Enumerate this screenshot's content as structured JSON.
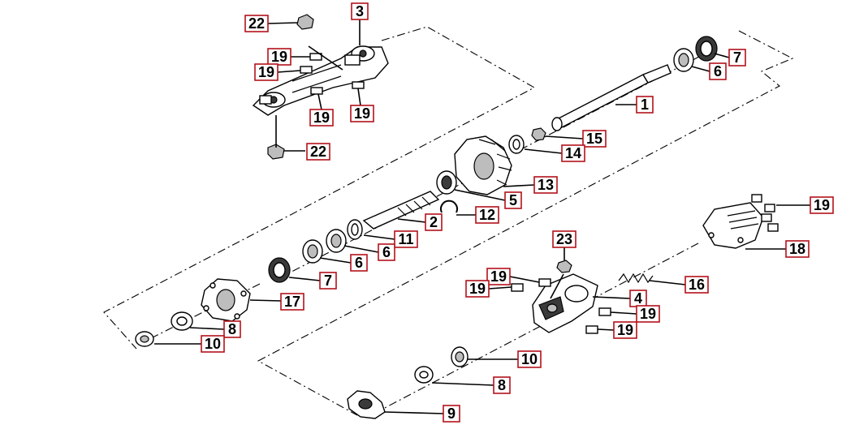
{
  "diagram": {
    "callouts": [
      {
        "id": "c-22-top",
        "label": "22"
      },
      {
        "id": "c-3",
        "label": "3"
      },
      {
        "id": "c-19-a",
        "label": "19"
      },
      {
        "id": "c-19-b",
        "label": "19"
      },
      {
        "id": "c-19-c",
        "label": "19"
      },
      {
        "id": "c-19-d",
        "label": "19"
      },
      {
        "id": "c-22-bottom",
        "label": "22"
      },
      {
        "id": "c-7-top",
        "label": "7"
      },
      {
        "id": "c-6-top",
        "label": "6"
      },
      {
        "id": "c-1",
        "label": "1"
      },
      {
        "id": "c-15",
        "label": "15"
      },
      {
        "id": "c-14",
        "label": "14"
      },
      {
        "id": "c-13",
        "label": "13"
      },
      {
        "id": "c-5",
        "label": "5"
      },
      {
        "id": "c-12",
        "label": "12"
      },
      {
        "id": "c-2",
        "label": "2"
      },
      {
        "id": "c-11",
        "label": "11"
      },
      {
        "id": "c-6-mid",
        "label": "6"
      },
      {
        "id": "c-6-left",
        "label": "6"
      },
      {
        "id": "c-7-mid",
        "label": "7"
      },
      {
        "id": "c-17",
        "label": "17"
      },
      {
        "id": "c-8-left",
        "label": "8"
      },
      {
        "id": "c-10-left",
        "label": "10"
      },
      {
        "id": "c-23",
        "label": "23"
      },
      {
        "id": "c-19-e",
        "label": "19"
      },
      {
        "id": "c-19-f",
        "label": "19"
      },
      {
        "id": "c-4",
        "label": "4"
      },
      {
        "id": "c-16",
        "label": "16"
      },
      {
        "id": "c-19-g",
        "label": "19"
      },
      {
        "id": "c-19-h",
        "label": "19"
      },
      {
        "id": "c-19-i",
        "label": "19"
      },
      {
        "id": "c-18",
        "label": "18"
      },
      {
        "id": "c-10-right",
        "label": "10"
      },
      {
        "id": "c-8-right",
        "label": "8"
      },
      {
        "id": "c-9",
        "label": "9"
      }
    ]
  }
}
